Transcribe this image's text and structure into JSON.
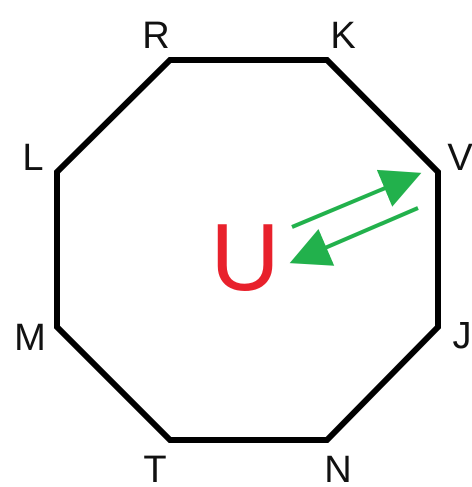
{
  "diagram": {
    "shape": "octagon",
    "vertices": [
      "R",
      "K",
      "V",
      "J",
      "N",
      "T",
      "M",
      "L"
    ],
    "center_label": "U",
    "arrows": [
      {
        "from": "U",
        "to": "V"
      },
      {
        "from": "V",
        "to": "U"
      }
    ]
  },
  "colors": {
    "outline": "#000000",
    "labels": "#111111",
    "center": "#e8212c",
    "arrows": "#22b14c"
  }
}
